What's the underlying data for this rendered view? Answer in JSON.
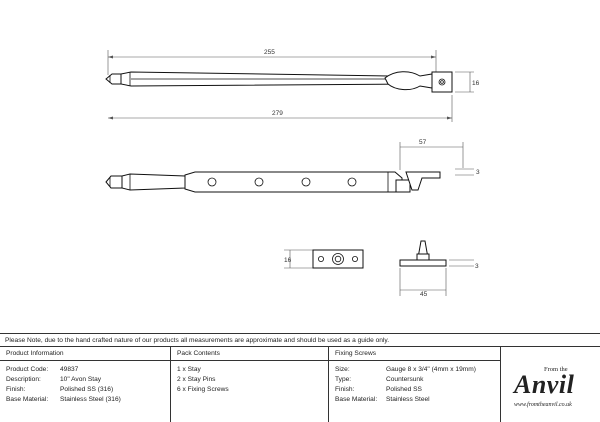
{
  "dimensions": {
    "overall_length_short": "255",
    "overall_length_long": "279",
    "bracket_height": "16",
    "pin_length": "57",
    "offset_top": "3",
    "plate_height": "16",
    "base_offset": "3",
    "base_width": "45"
  },
  "note": "Please Note, due to the hand crafted nature of our products all measurements are approximate and should be used as a guide only.",
  "product_info": {
    "heading": "Product Information",
    "rows": [
      {
        "label": "Product Code:",
        "value": "49837"
      },
      {
        "label": "Description:",
        "value": "10\" Avon Stay"
      },
      {
        "label": "Finish:",
        "value": "Polished SS (316)"
      },
      {
        "label": "Base Material:",
        "value": "Stainless Steel (316)"
      }
    ]
  },
  "pack_contents": {
    "heading": "Pack Contents",
    "rows": [
      "1 x Stay",
      "2 x Stay Pins",
      "6 x Fixing Screws"
    ]
  },
  "fixing_screws": {
    "heading": "Fixing Screws",
    "rows": [
      {
        "label": "Size:",
        "value": "Gauge 8 x 3/4\" (4mm x 19mm)"
      },
      {
        "label": "Type:",
        "value": "Countersunk"
      },
      {
        "label": "Finish:",
        "value": "Polished SS"
      },
      {
        "label": "Base Material:",
        "value": "Stainless Steel"
      }
    ]
  },
  "brand": {
    "from_text": "From the",
    "wordmark": "Anvil",
    "url": "www.fromtheanvil.co.uk"
  }
}
